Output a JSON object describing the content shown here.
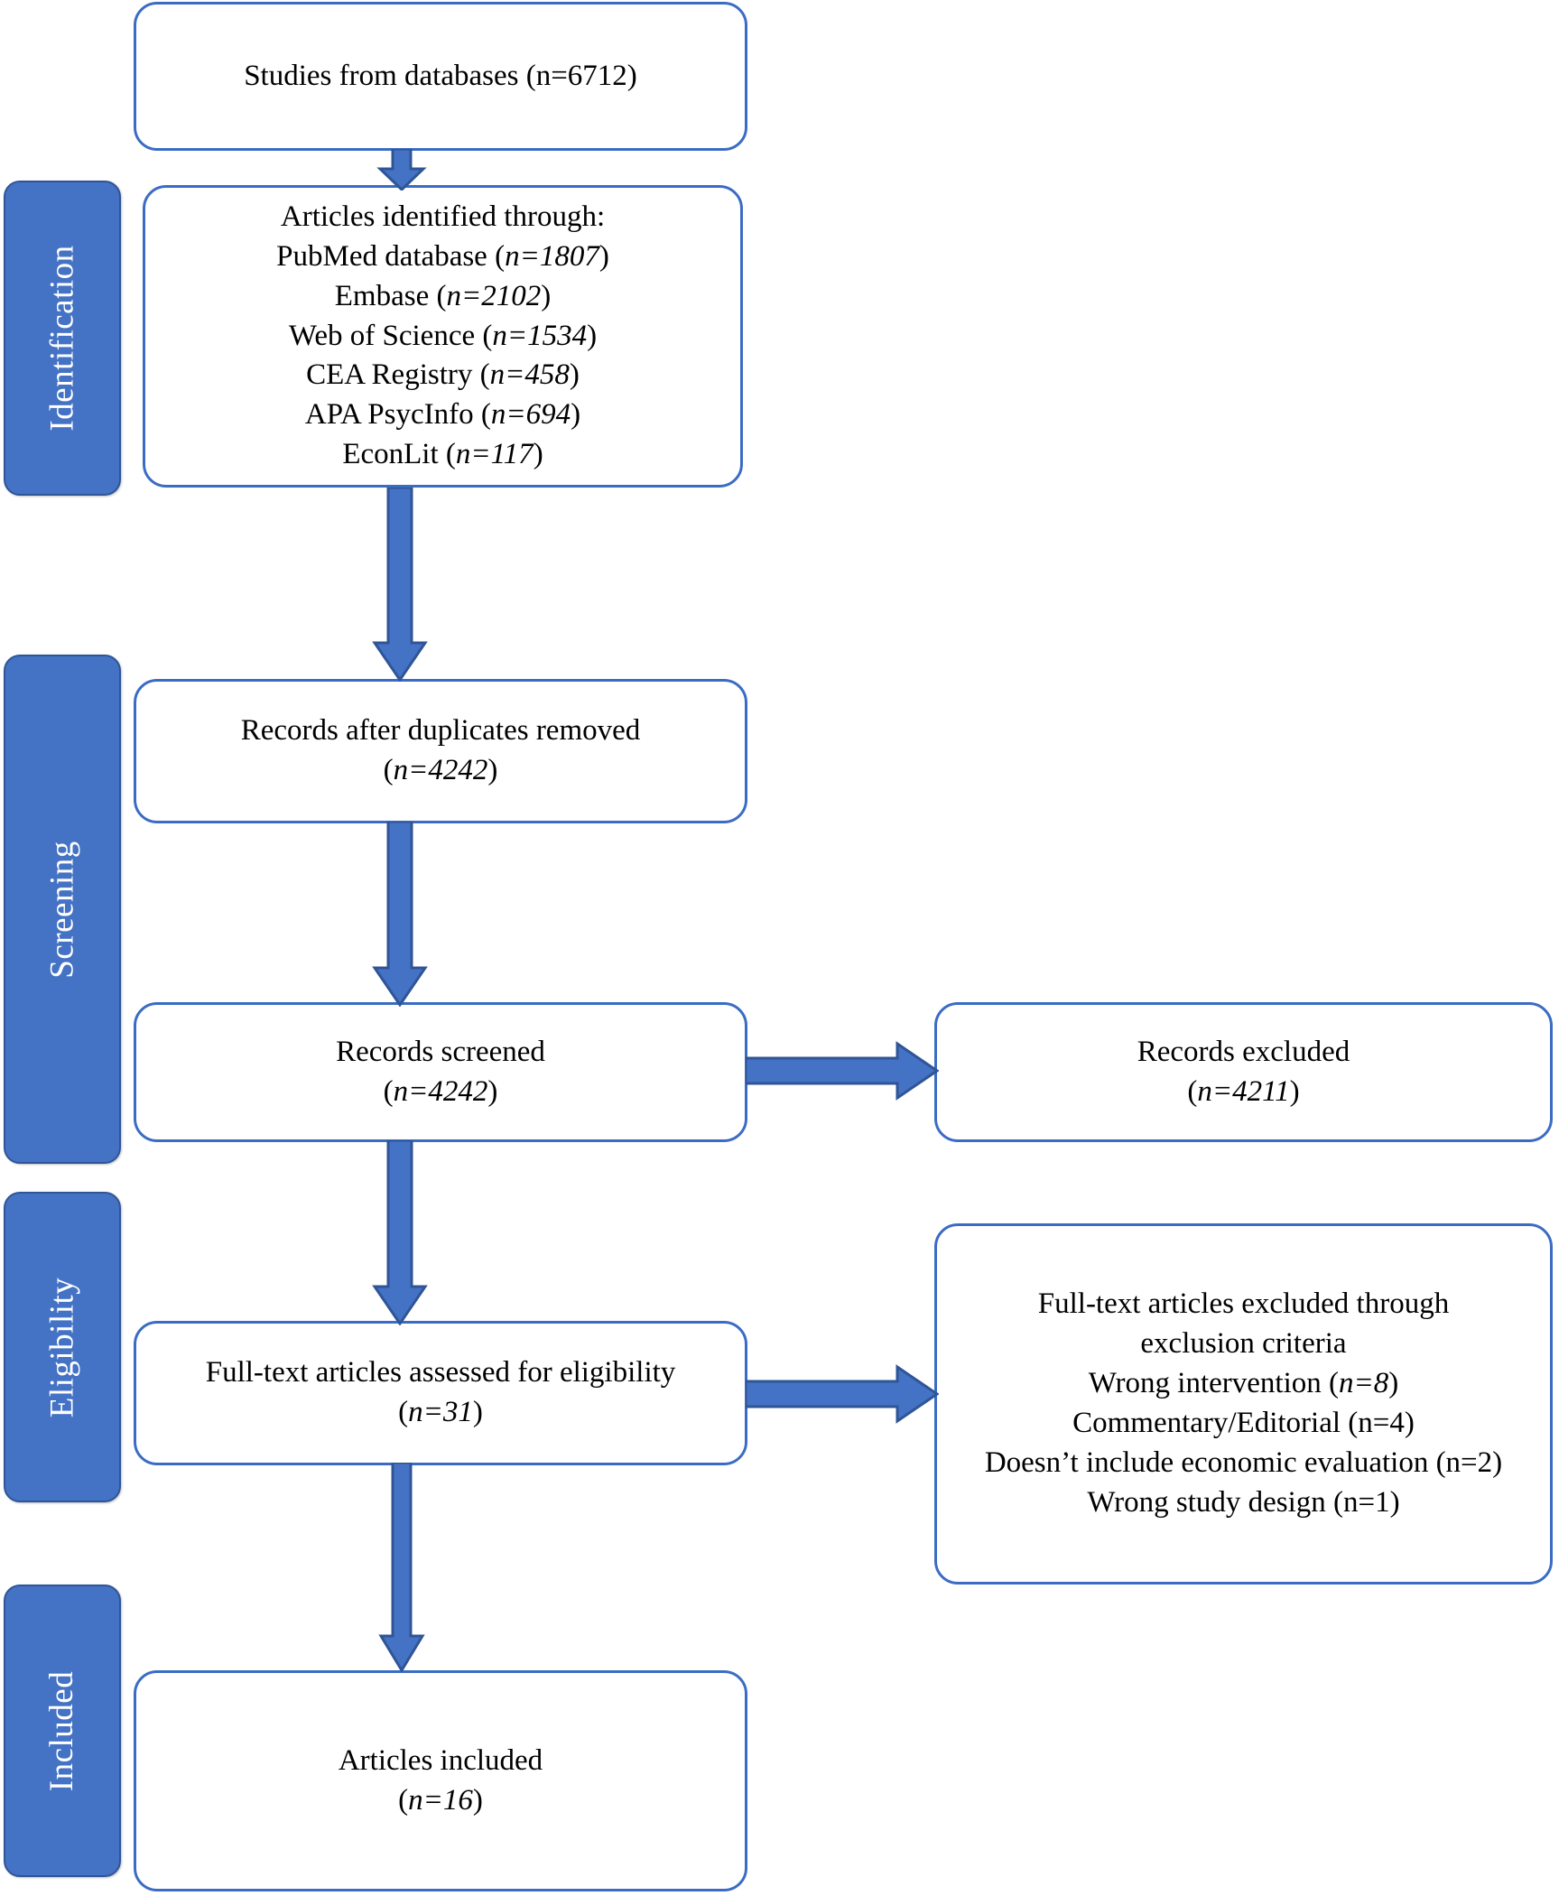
{
  "diagram": {
    "title": "PRISMA study selection flow diagram",
    "colors": {
      "stage_fill": "#4472C4",
      "stage_border": "#2F5597",
      "box_border": "#3B6CC4",
      "arrow_fill": "#4472C4",
      "arrow_border": "#2F5597",
      "text": "#000000",
      "background": "#FFFFFF"
    },
    "stages": [
      {
        "id": "identification",
        "label": "Identification"
      },
      {
        "id": "screening",
        "label": "Screening"
      },
      {
        "id": "eligibility",
        "label": "Eligibility"
      },
      {
        "id": "included",
        "label": "Included"
      }
    ],
    "boxes": {
      "studies_from_databases": {
        "lines": [
          {
            "text": "Studies from databases (n=6712)",
            "italic": false
          }
        ]
      },
      "articles_identified": {
        "lines": [
          {
            "text": "Articles identified through:",
            "italic": false
          },
          {
            "prefix": "PubMed database (",
            "n": "n=1807",
            "suffix": ")"
          },
          {
            "prefix": "Embase (",
            "n": "n=2102",
            "suffix": ")"
          },
          {
            "prefix": "Web of Science (",
            "n": "n=1534",
            "suffix": ")"
          },
          {
            "prefix": "CEA Registry (",
            "n": "n=458",
            "suffix": ")"
          },
          {
            "prefix": "APA PsycInfo (",
            "n": "n=694",
            "suffix": ")"
          },
          {
            "prefix": "EconLit (",
            "n": "n=117",
            "suffix": ")"
          }
        ]
      },
      "records_after_duplicates": {
        "lines": [
          {
            "text": "Records after duplicates removed",
            "italic": false
          },
          {
            "prefix": "(",
            "n": "n=4242",
            "suffix": ")"
          }
        ]
      },
      "records_screened": {
        "lines": [
          {
            "text": "Records screened",
            "italic": false
          },
          {
            "prefix": "(",
            "n": "n=4242",
            "suffix": ")"
          }
        ]
      },
      "records_excluded": {
        "lines": [
          {
            "text": "Records excluded",
            "italic": false
          },
          {
            "prefix": "(",
            "n": "n=4211",
            "suffix": ")"
          }
        ]
      },
      "fulltext_assessed": {
        "lines": [
          {
            "text": "Full-text articles assessed for eligibility",
            "italic": false
          },
          {
            "prefix": "(",
            "n": "n=31",
            "suffix": ")"
          }
        ]
      },
      "fulltext_excluded": {
        "lines": [
          {
            "text": "Full-text articles excluded through",
            "italic": false
          },
          {
            "text": "exclusion criteria",
            "italic": false
          },
          {
            "prefix": "Wrong intervention (",
            "n": "n=8",
            "suffix": ")"
          },
          {
            "text": "Commentary/Editorial (n=4)",
            "italic": false
          },
          {
            "text": "Doesn’t include economic evaluation (n=2)",
            "italic": false
          },
          {
            "text": "Wrong study design (n=1)",
            "italic": false
          }
        ]
      },
      "articles_included": {
        "lines": [
          {
            "text": "Articles included",
            "italic": false
          },
          {
            "prefix": "(",
            "n": "n=16",
            "suffix": ")"
          }
        ]
      }
    },
    "arrows": [
      {
        "id": "databases-to-identified",
        "direction": "down"
      },
      {
        "id": "identified-to-duplicates",
        "direction": "down"
      },
      {
        "id": "duplicates-to-screened",
        "direction": "down"
      },
      {
        "id": "screened-to-excluded",
        "direction": "right"
      },
      {
        "id": "screened-to-fulltext",
        "direction": "down"
      },
      {
        "id": "fulltext-to-excluded",
        "direction": "right"
      },
      {
        "id": "fulltext-to-included",
        "direction": "down"
      }
    ]
  }
}
